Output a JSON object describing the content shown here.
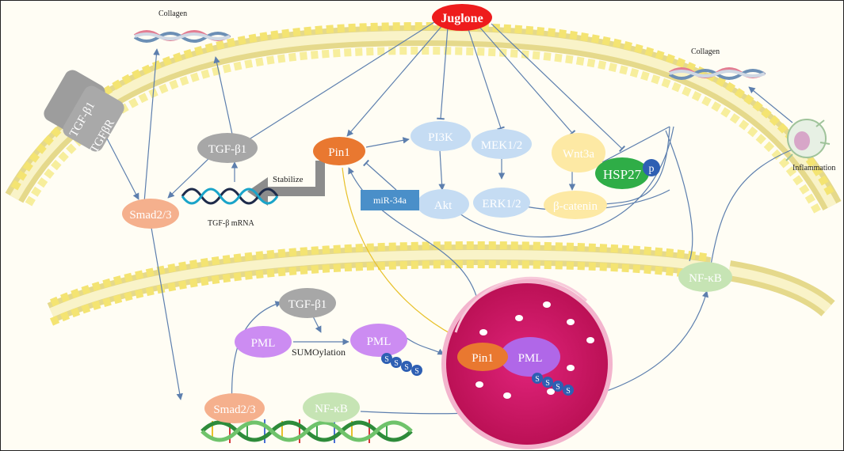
{
  "nodes": {
    "juglone": "Juglone",
    "pin1_top": "Pin1",
    "pi3k": "PI3K",
    "mek": "MEK1/2",
    "erk": "ERK1/2",
    "wnt3a": "Wnt3a",
    "beta_catenin": "β-catenin",
    "hsp27": "HSP27",
    "p": "p",
    "akt": "Akt",
    "mir34a": "miR-34a",
    "tgfb1_cyto": "TGF-β1",
    "tgfb1_receptor": "TGF-β1",
    "tgfbr": "TGFβR",
    "smad_cyto": "Smad2/3",
    "stabilize": "Stabilize",
    "tgfb_mrna": "TGF-β mRNA",
    "collagen_left": "Collagen",
    "collagen_right": "Collagen",
    "inflammation": "Inflammation",
    "nfkb_cyto": "NF-κB",
    "tgfb1_nuc": "TGF-β1",
    "pml_left": "PML",
    "sumoylation": "SUMOylation",
    "pml_mid": "PML",
    "pin1_body": "Pin1",
    "pml_body": "PML",
    "smad_nuc": "Smad2/3",
    "nfkb_nuc": "NF-κB",
    "s": "S"
  },
  "colors": {
    "juglone": "#ee1c1c",
    "pin1": "#e97830",
    "pale_blue": "#c5dcf3",
    "pale_yellow": "#fde9a4",
    "hsp27": "#2fad47",
    "p_badge": "#2e5fb3",
    "mir34a": "#4a8fc9",
    "gray": "#a7a7a7",
    "smad": "#f5b08d",
    "nfkb": "#c6e4b4",
    "pml": "#cc8cf2",
    "pml_body": "#b067e8",
    "nuclear_body": "#d2145f",
    "membrane_head": "#f7ee9c",
    "arrow": "#5d7fae",
    "inhibit_arrow": "#f1d03b"
  }
}
